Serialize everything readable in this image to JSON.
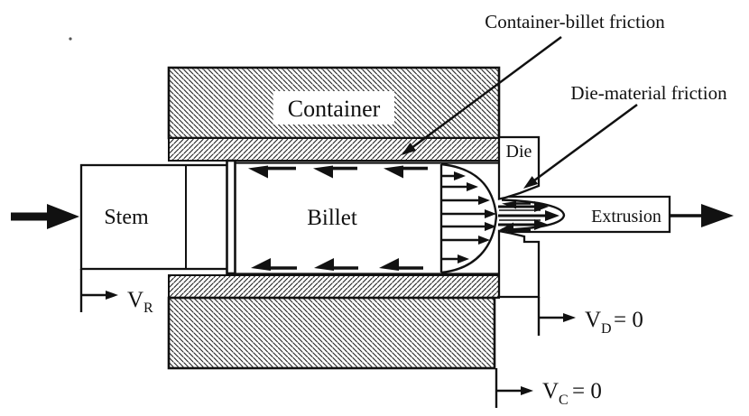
{
  "figure": {
    "annotations": {
      "container_billet_friction": "Container-billet friction",
      "die_material_friction": "Die-material friction"
    },
    "components": {
      "container": "Container",
      "stem": "Stem",
      "billet": "Billet",
      "die": "Die",
      "extrusion": "Extrusion"
    },
    "velocity_labels": {
      "ram": {
        "symbol": "V",
        "subscript": "R",
        "suffix": ""
      },
      "die": {
        "symbol": "V",
        "subscript": "D",
        "suffix": "= 0"
      },
      "container": {
        "symbol": "V",
        "subscript": "C",
        "suffix": "= 0"
      }
    },
    "colors": {
      "ink": "#111111",
      "paper": "#ffffff"
    }
  }
}
